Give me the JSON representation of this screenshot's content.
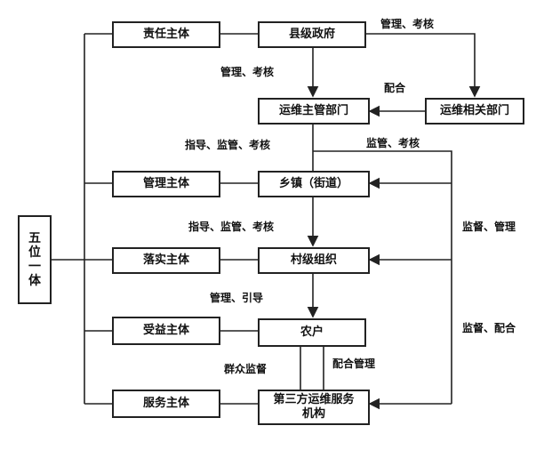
{
  "left_box": "五位一体",
  "subjects": {
    "responsibility": "责任主体",
    "management": "管理主体",
    "implementation": "落实主体",
    "beneficiary": "受益主体",
    "service": "服务主体"
  },
  "orgs": {
    "county_gov": "县级政府",
    "om_dept": "运维主管部门",
    "om_related": "运维相关部门",
    "township": "乡镇（街道）",
    "village": "村级组织",
    "farmer": "农户",
    "third_party_line1": "第三方运维服务",
    "third_party_line2": "机构"
  },
  "edge_labels": {
    "gov_to_related": "管理、考核",
    "gov_to_om": "管理、考核",
    "related_to_om": "配合",
    "om_to_township": "指导、监管、考核",
    "om_to_right": "监管、考核",
    "township_to_village": "指导、监管、考核",
    "right_upper": "监督、管理",
    "village_to_farmer": "管理、引导",
    "right_lower": "监督、配合",
    "farmer_supervise": "群众监督",
    "farmer_cooperate": "配合管理"
  }
}
